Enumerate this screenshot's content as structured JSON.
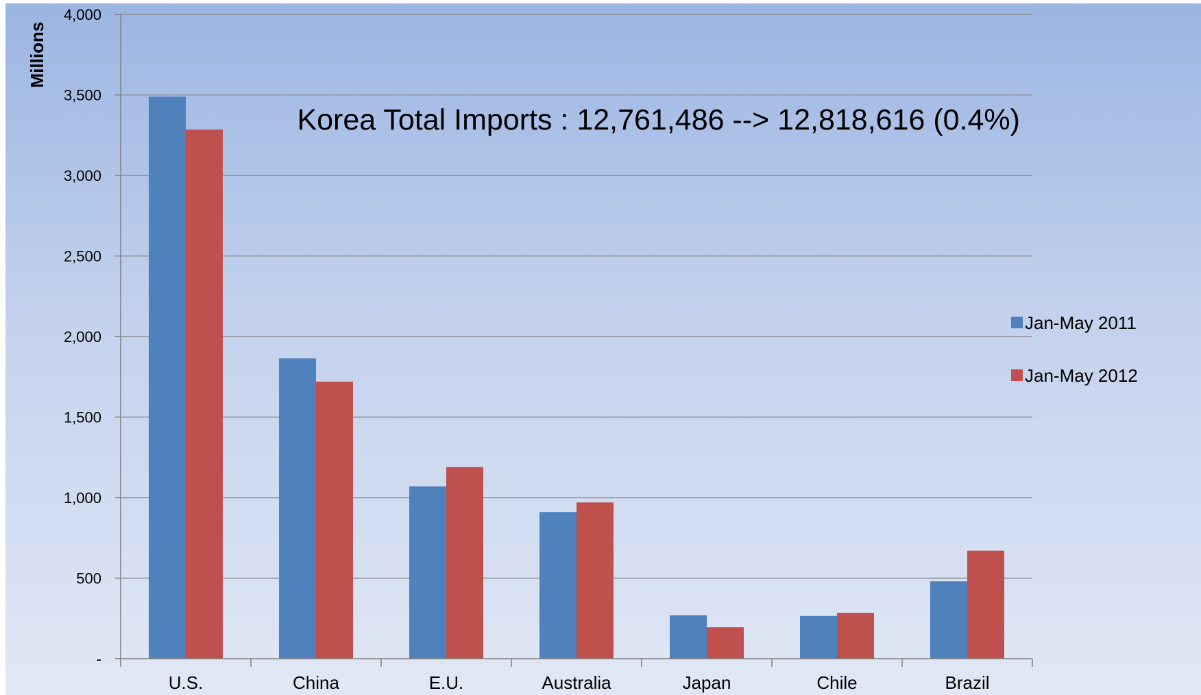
{
  "chart_data": {
    "type": "bar",
    "title": "",
    "annotation": "Korea Total Imports : 12,761,486 --> 12,818,616 (0.4%)",
    "xlabel": "",
    "ylabel": "Millions",
    "ylim": [
      0,
      4000
    ],
    "yticks": [
      0,
      500,
      1000,
      1500,
      2000,
      2500,
      3000,
      3500,
      4000
    ],
    "ytick_labels": [
      "-",
      "500",
      "1,000",
      "1,500",
      "2,000",
      "2,500",
      "3,000",
      "3,500",
      "4,000"
    ],
    "categories": [
      "U.S.",
      "China",
      "E.U.",
      "Australia",
      "Japan",
      "Chile",
      "Brazil"
    ],
    "series": [
      {
        "name": "Jan-May 2011",
        "color": "#4f81bd",
        "values": [
          3490,
          1865,
          1070,
          910,
          270,
          265,
          480
        ]
      },
      {
        "name": "Jan-May 2012",
        "color": "#c0504d",
        "values": [
          3285,
          1720,
          1190,
          970,
          195,
          285,
          670
        ]
      }
    ],
    "grid": true,
    "legend_position": "right"
  }
}
